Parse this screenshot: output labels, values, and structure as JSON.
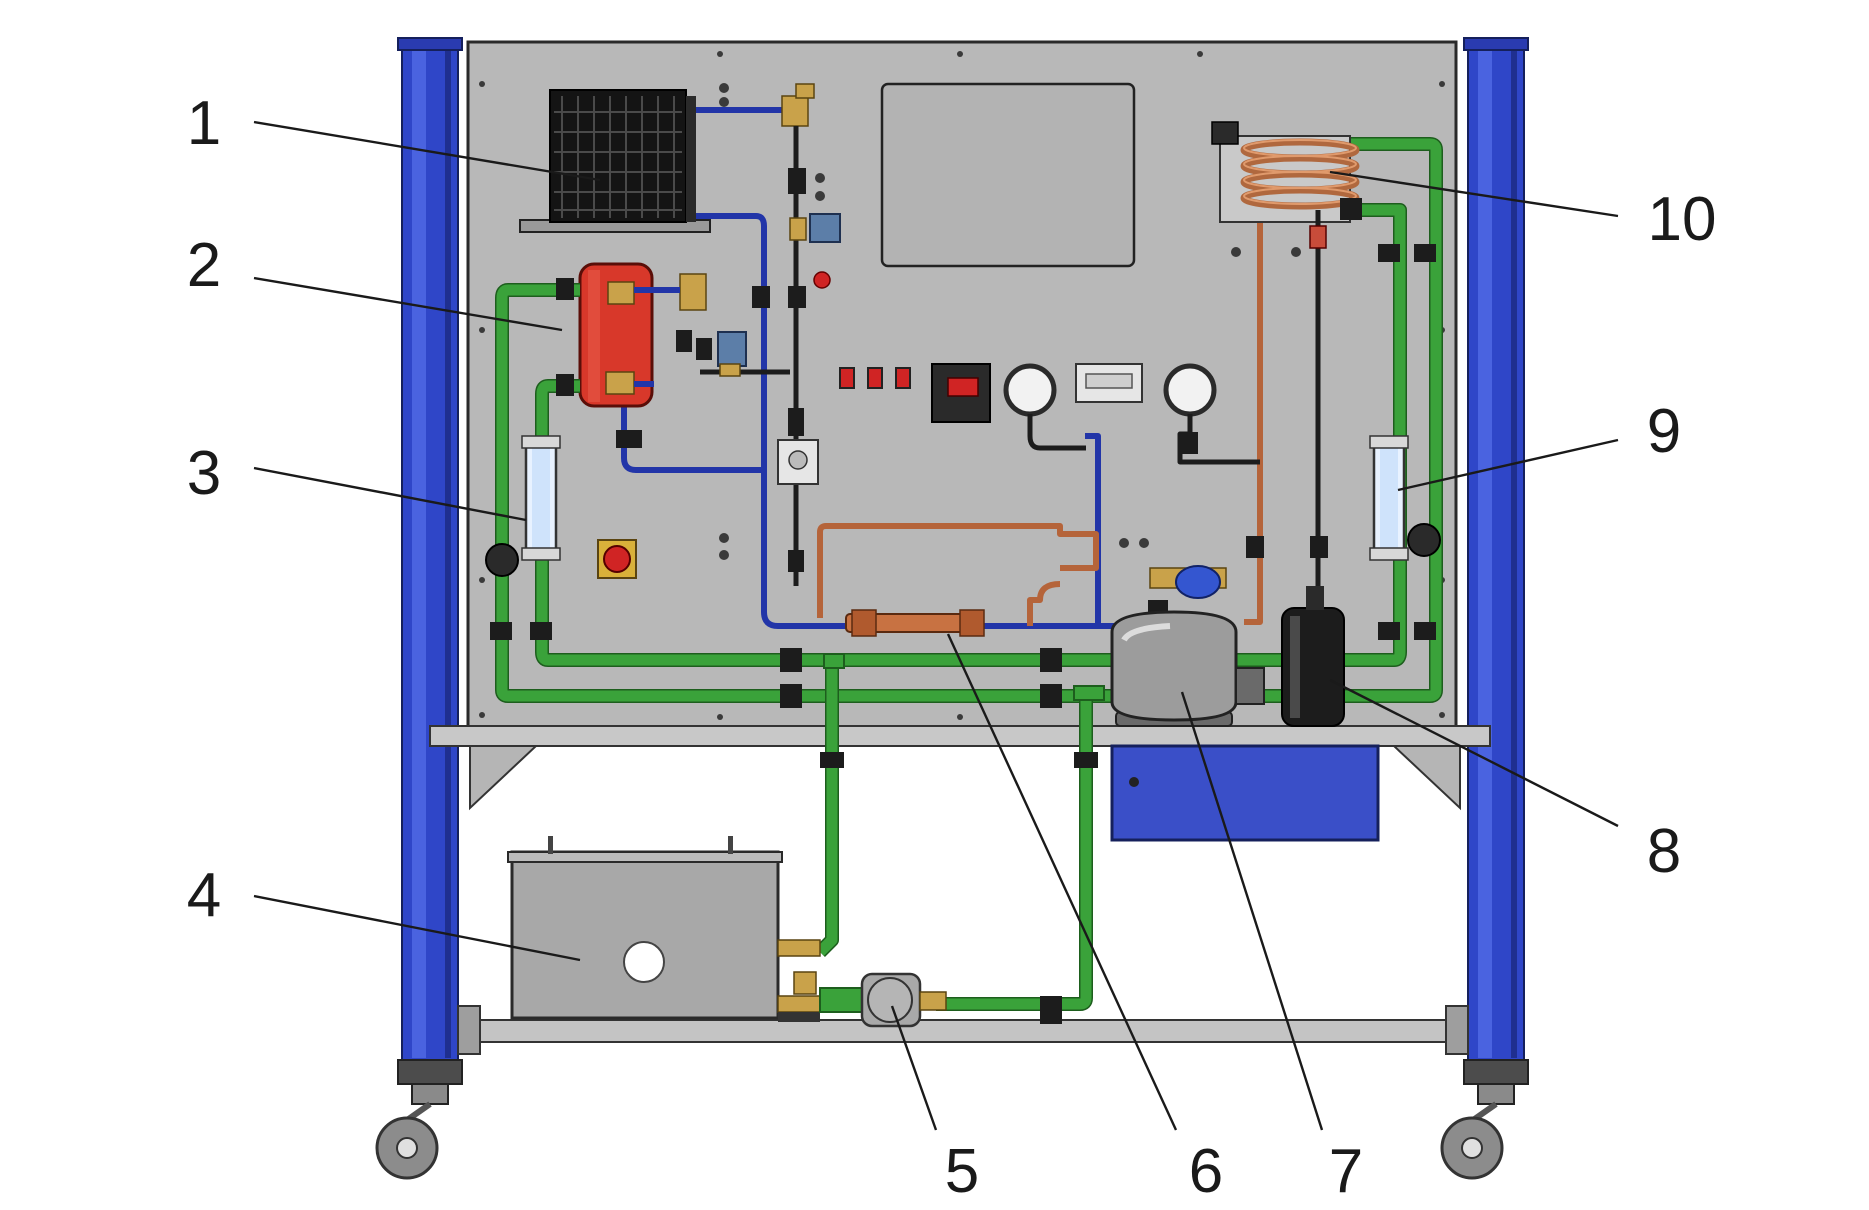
{
  "callouts": [
    {
      "id": "1",
      "label": "1"
    },
    {
      "id": "2",
      "label": "2"
    },
    {
      "id": "3",
      "label": "3"
    },
    {
      "id": "4",
      "label": "4"
    },
    {
      "id": "5",
      "label": "5"
    },
    {
      "id": "6",
      "label": "6"
    },
    {
      "id": "7",
      "label": "7"
    },
    {
      "id": "8",
      "label": "8"
    },
    {
      "id": "9",
      "label": "9"
    },
    {
      "id": "10",
      "label": "10"
    }
  ],
  "colors": {
    "frame": "#2f46c8",
    "panel": "#b8b8b8",
    "water_pipe": "#3aa23a",
    "suction_pipe": "#2235a8",
    "discharge_pipe": "#b5643a",
    "receiver": "#d8382a",
    "control_box": "#3a4fc8"
  }
}
